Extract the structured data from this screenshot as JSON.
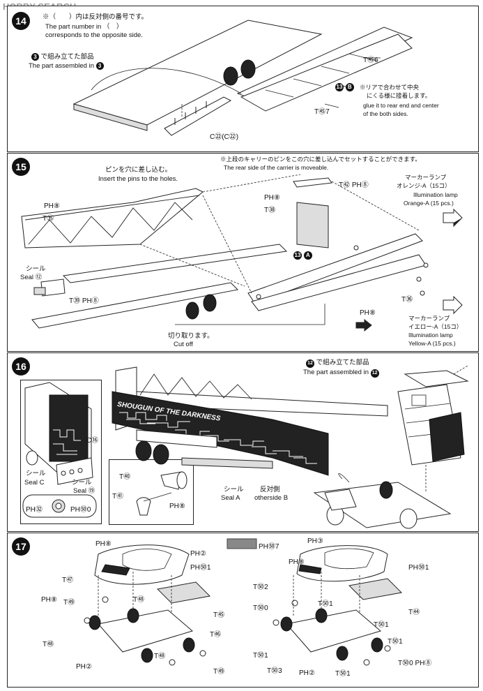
{
  "watermark": "HOBBY SEARCH",
  "steps": {
    "s14": {
      "num": "14",
      "note_jp": "※（　　）内は反対側の番号です。",
      "note_en1": "The part number in （　）",
      "note_en2": "corresponds to the opposite side.",
      "assembled_jp": "で組み立てた部品",
      "assembled_en": "The part assembled in",
      "assembled_ref": "3",
      "rear_jp1": "※リアで合わせて中央",
      "rear_jp2": "にくる様に接着します。",
      "rear_en1": "glue it to rear end and center",
      "rear_en2": "of the both sides.",
      "t56": "T㊺6",
      "t57": "T㊺7",
      "c22": "C㉒(C㉒)",
      "b13": "13",
      "bB": "B"
    },
    "s15": {
      "num": "15",
      "carrier_jp": "※上段のキャリーのピンをこの穴に差し込んでセットすることができます。",
      "carrier_en": "The rear side of the carrier is moveable.",
      "pins_jp": "ピンを穴に差し込む。",
      "pins_en": "Insert the pins to the holes.",
      "t42": "T㊷",
      "ph8a": "PH⑧",
      "ph8b": "PH⑧",
      "t38": "T㊳",
      "t35": "T㉟",
      "seal_jp": "シール",
      "seal_en": "Seal",
      "seal_num": "⑫",
      "t39": "T㊴",
      "ph8c": "PH⑧",
      "a13": "13",
      "aA": "A",
      "cut_jp": "切り取ります。",
      "cut_en": "Cut off",
      "t36": "T㊱",
      "ph8d": "PH⑧",
      "ph8e": "PH⑧",
      "orange_jp": "マーカーランプ",
      "orange_jp2": "オレンジ-A（15コ）",
      "orange_en1": "Illumination lamp",
      "orange_en2": "Orange-A (15 pcs.)",
      "yellow_jp": "マーカーランプ",
      "yellow_jp2": "イエロー-A（15コ）",
      "yellow_en1": "Illumination lamp",
      "yellow_en2": "Yellow-A (15 pcs.)"
    },
    "s16": {
      "num": "16",
      "assembled_jp": "で組み立てた部品",
      "assembled_en": "The part assembled in",
      "assembled_ref": "12",
      "banner": "SHOUGUN OF THE DARKNESS",
      "c16": "C⑯",
      "seal_c_jp": "シール",
      "seal_c_en": "Seal",
      "seal_c": "C",
      "seal_19_jp": "シール",
      "seal_19_en": "Seal",
      "seal_19": "⑲",
      "ph32": "PH㉜",
      "ph90": "PH㊿0",
      "t40": "T㊵",
      "t41": "T㊶",
      "ph8": "PH⑧",
      "seal_a_jp": "シール",
      "seal_a_en": "Seal",
      "seal_a": "A",
      "other_jp": "反対側",
      "other_en": "otherside",
      "other_b": "B"
    },
    "s17": {
      "num": "17",
      "left": {
        "ph8a": "PH⑧",
        "ph2a": "PH②",
        "ph51": "PH㊿1",
        "t47": "T㊼",
        "ph8b": "PH⑧",
        "t49a": "T㊾",
        "t48a": "T㊽",
        "t45": "T㊺",
        "t46": "T㊻",
        "t48b": "T㊽",
        "t48c": "T㊽",
        "t49b": "T㊾",
        "ph2b": "PH②"
      },
      "right": {
        "ph77": "PH㊿7",
        "ph3": "PH③",
        "ph8": "PH⑧",
        "ph51": "PH㊿1",
        "t52": "T㊿2",
        "t50a": "T㊿0",
        "t51a": "T㊿1",
        "t44": "T㊹",
        "t51b": "T㊿1",
        "t51c": "T㊿1",
        "t51d": "T㊿1",
        "t50b": "T㊿0",
        "ph8b": "PH⑧",
        "t53": "T㊿3",
        "ph2": "PH②",
        "t51e": "T㊿1"
      }
    }
  }
}
